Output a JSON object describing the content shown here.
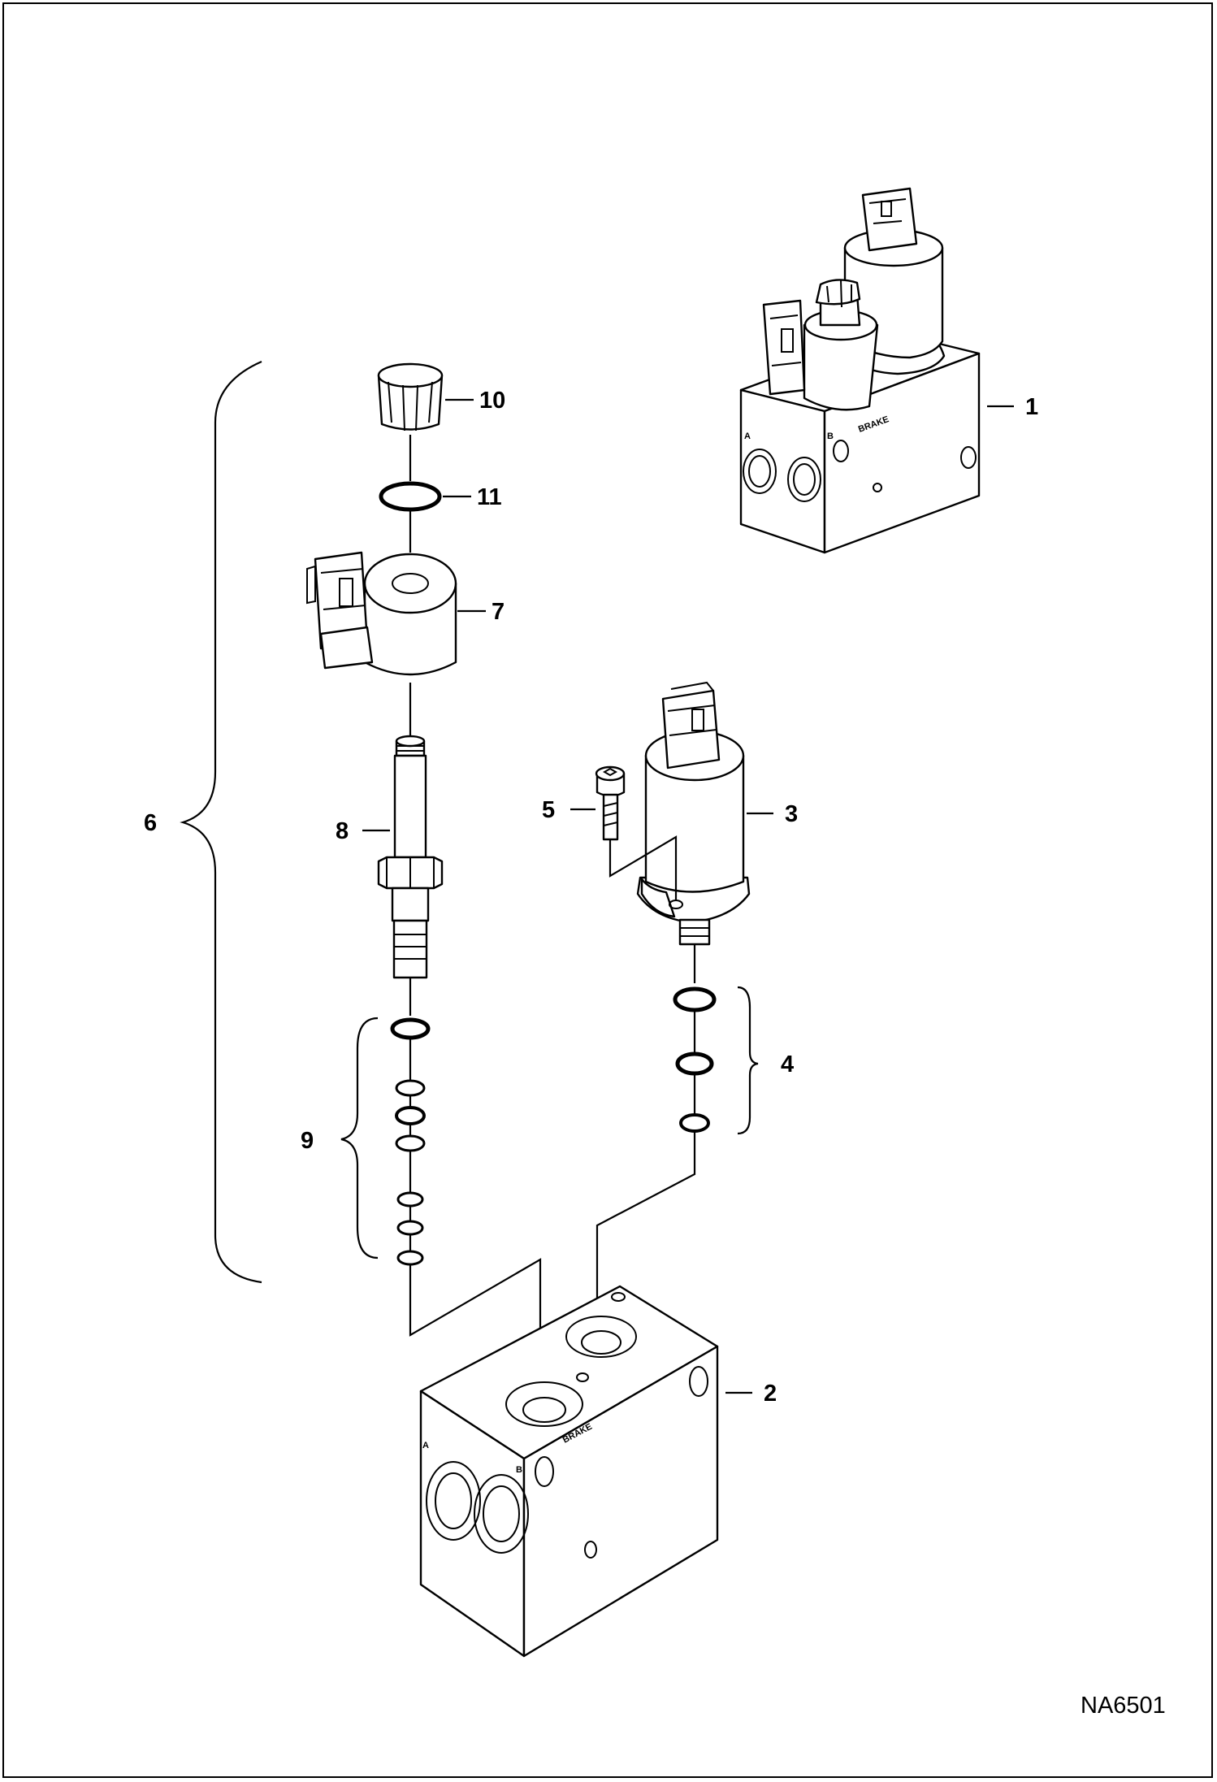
{
  "drawing_id": "NA6501",
  "manifold_marking": "BRAKE",
  "port_a": "A",
  "port_b": "B",
  "callouts": {
    "c1": "1",
    "c2": "2",
    "c3": "3",
    "c4": "4",
    "c5": "5",
    "c6": "6",
    "c7": "7",
    "c8": "8",
    "c9": "9",
    "c10": "10",
    "c11": "11"
  }
}
